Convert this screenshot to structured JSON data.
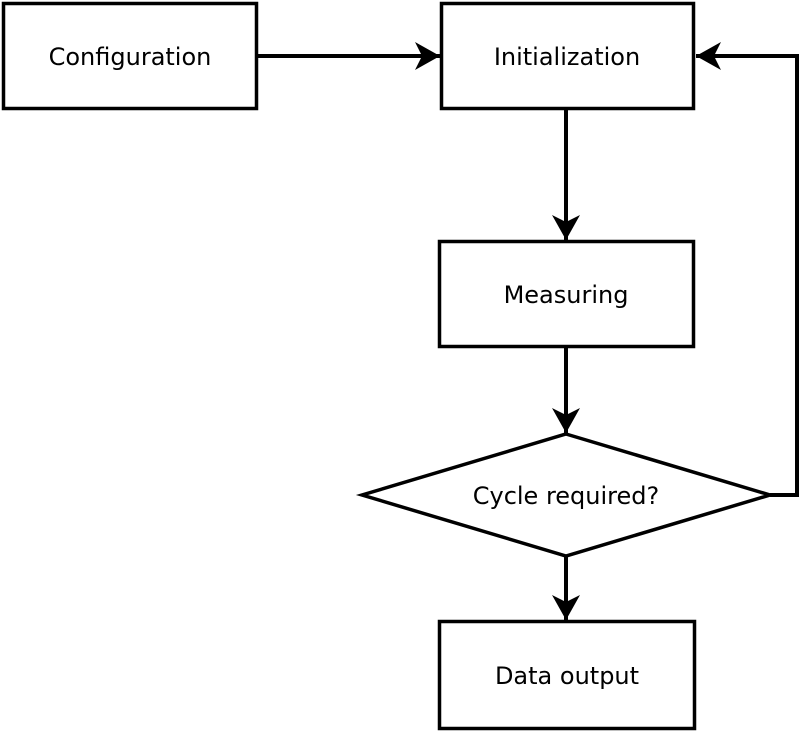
{
  "diagram": {
    "type": "flowchart",
    "background_color": "#ffffff",
    "line_color": "#000000",
    "text_color": "#000000",
    "node_fill_color": "#ffffff",
    "nodes": [
      {
        "id": "configuration",
        "shape": "rectangle",
        "label": "Configuration"
      },
      {
        "id": "initialization",
        "shape": "rectangle",
        "label": "Initialization"
      },
      {
        "id": "measuring",
        "shape": "rectangle",
        "label": "Measuring"
      },
      {
        "id": "cycle-required",
        "shape": "diamond",
        "label": "Cycle required?"
      },
      {
        "id": "data-output",
        "shape": "rectangle",
        "label": "Data output"
      }
    ],
    "edges": [
      {
        "from": "configuration",
        "to": "initialization",
        "style": "arrow"
      },
      {
        "from": "initialization",
        "to": "measuring",
        "style": "arrow"
      },
      {
        "from": "measuring",
        "to": "cycle-required",
        "style": "arrow"
      },
      {
        "from": "cycle-required",
        "to": "data-output",
        "style": "arrow"
      },
      {
        "from": "cycle-required",
        "to": "initialization",
        "style": "arrow-loop"
      }
    ]
  }
}
